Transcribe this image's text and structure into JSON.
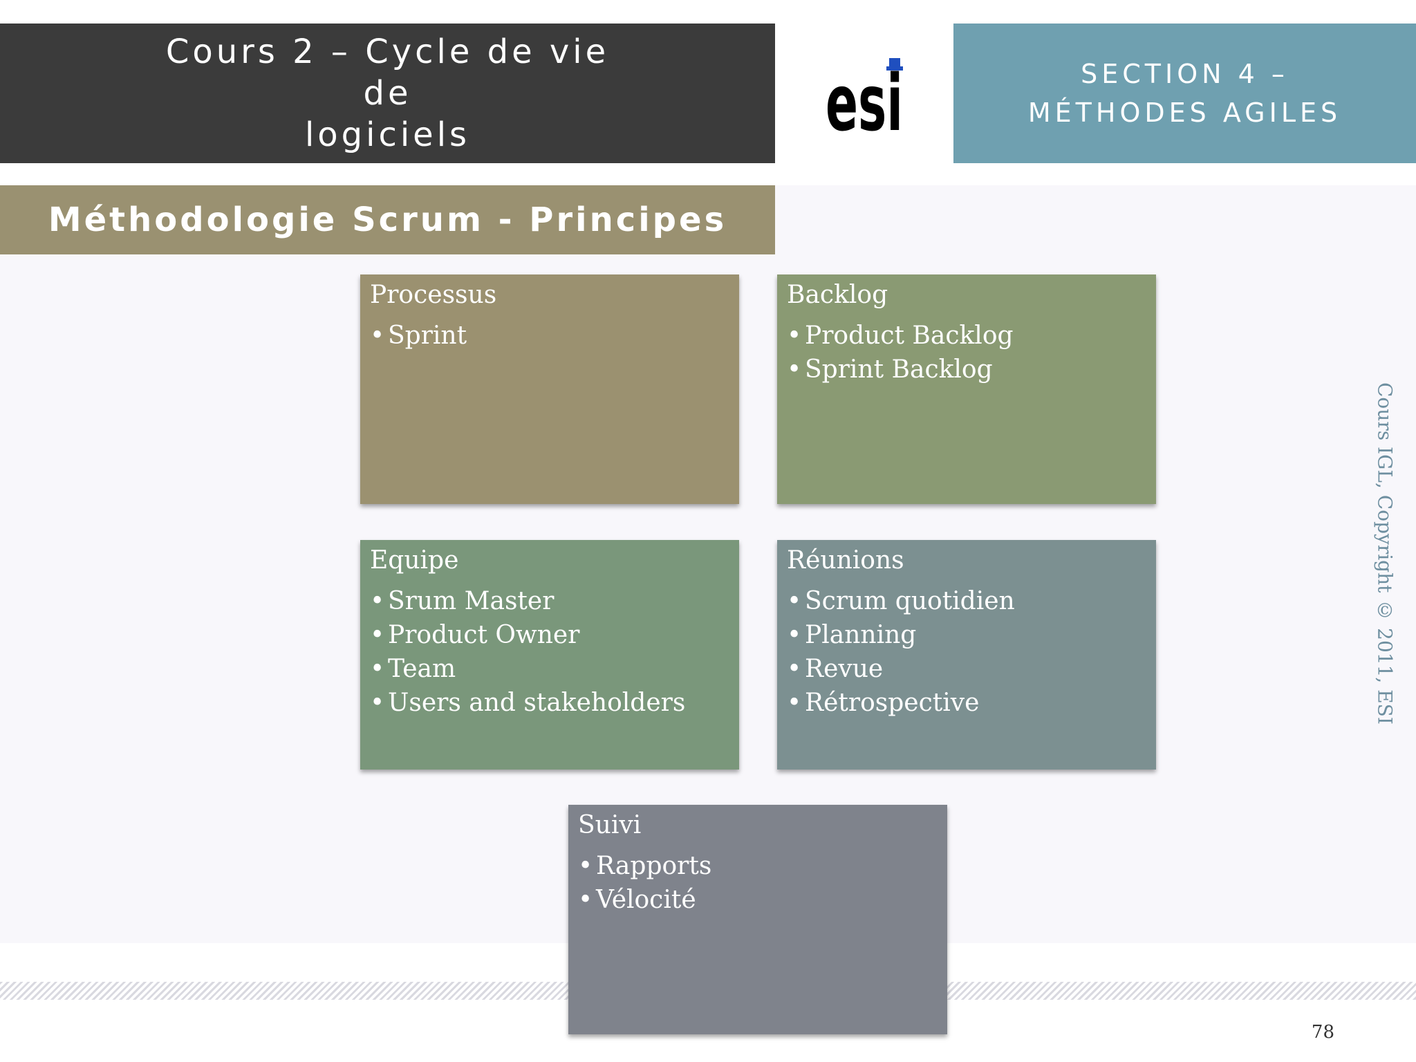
{
  "header": {
    "course_title": "Cours 2 – Cycle de vie de\nlogiciels",
    "logo_text": "esi",
    "section_title": "SECTION 4 – MÉTHODES AGILES"
  },
  "slide": {
    "subtitle": "Méthodologie Scrum - Principes",
    "boxes": [
      {
        "title": "Processus",
        "items": [
          "Sprint"
        ]
      },
      {
        "title": "Backlog",
        "items": [
          "Product Backlog",
          "Sprint Backlog"
        ]
      },
      {
        "title": "Equipe",
        "items": [
          "Srum Master",
          "Product Owner",
          "Team",
          "Users and stakeholders"
        ]
      },
      {
        "title": "Réunions",
        "items": [
          "Scrum quotidien",
          "Planning",
          "Revue",
          "Rétrospective"
        ]
      },
      {
        "title": "Suivi",
        "items": [
          "Rapports",
          "Vélocité"
        ]
      }
    ],
    "bullet": "•"
  },
  "footer": {
    "copyright_vertical": "Cours IGL, Copyright © 2011, ESI",
    "page_number": "78"
  },
  "colors": {
    "header_dark": "#3b3b3b",
    "header_blue": "#6fa0b0",
    "subtitle_bar": "#9a9171",
    "box_processus": "#9b9170",
    "box_backlog": "#8a9a73",
    "box_equipe": "#7a977b",
    "box_reunions": "#7c9091",
    "box_suivi": "#7f838c"
  }
}
